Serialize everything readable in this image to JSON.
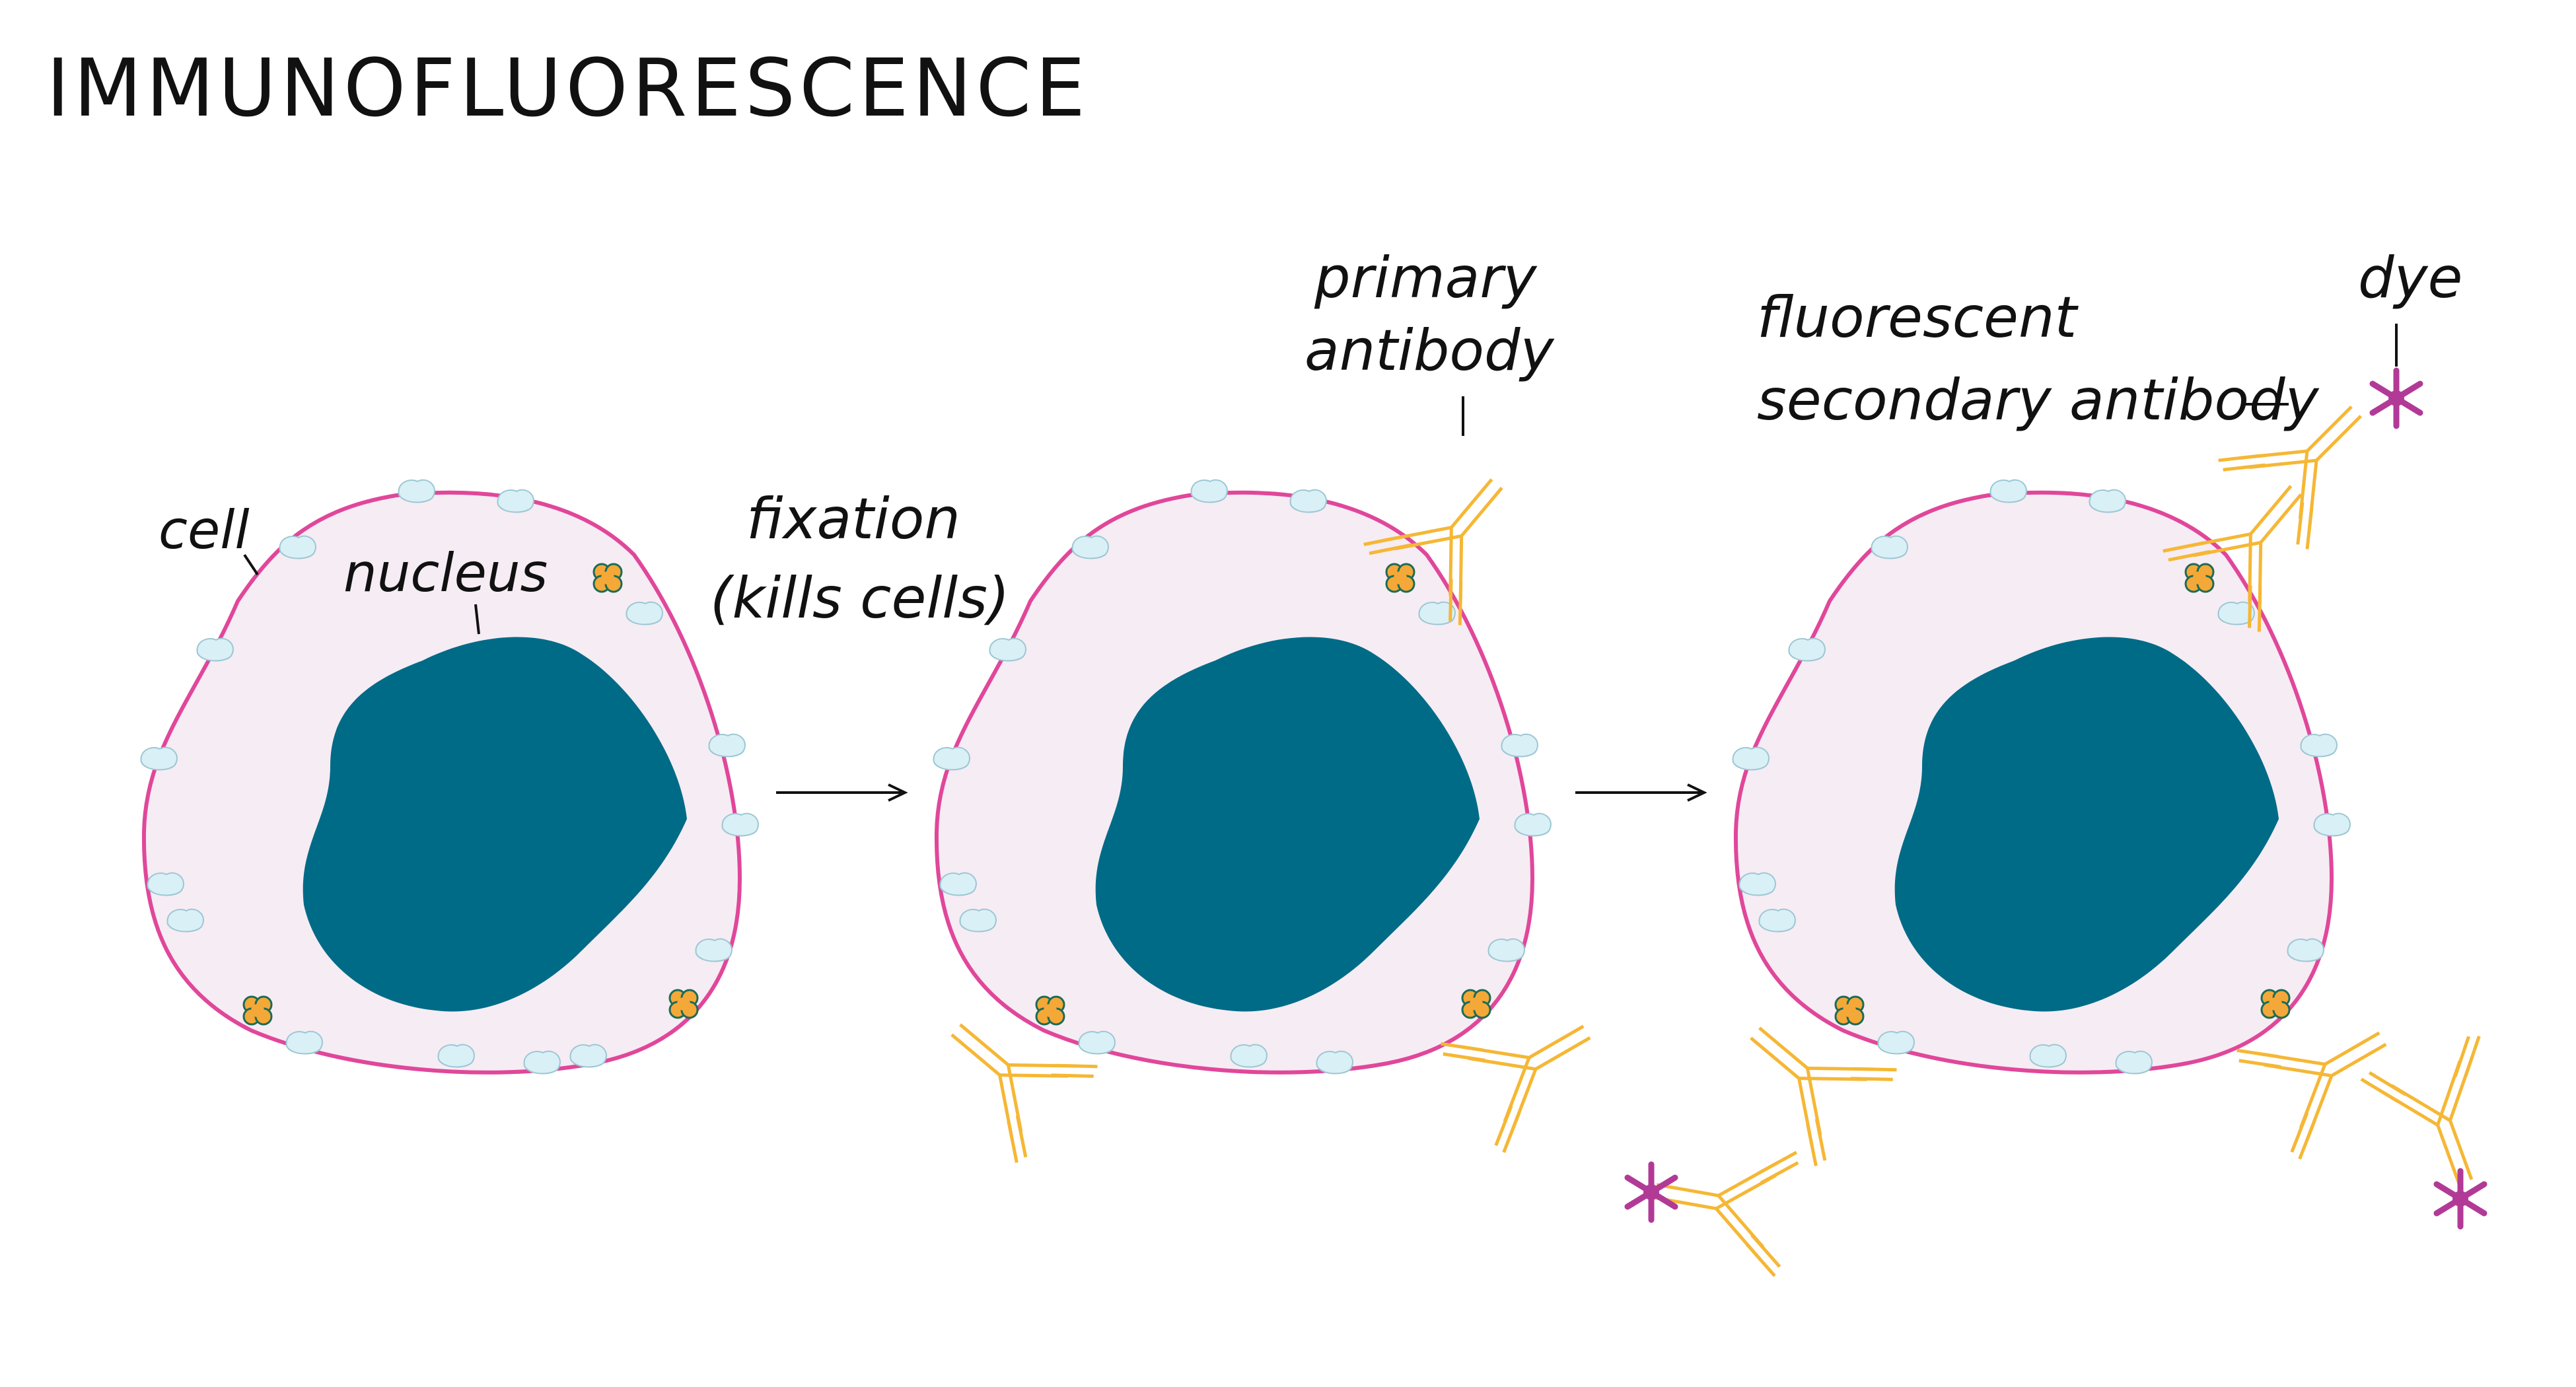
{
  "title": "IMMUNOFLUORESCENCE",
  "labels": {
    "cell": "cell",
    "nucleus": "nucleus",
    "fixation_line1": "fixation",
    "fixation_line2": "(kills cells)",
    "primary_line1": "primary",
    "primary_line2": "antibody",
    "secondary_line1": "fluorescent",
    "secondary_line2": "secondary antibody",
    "dye": "dye"
  },
  "colors": {
    "membrane": "#e0479a",
    "cytoplasm": "#f6ecf4",
    "nucleus": "#006b87",
    "receptor": "#d9f0f6",
    "antigen": "#f4a838",
    "antigen_outline": "#1d6b55",
    "antibody": "#f5b735",
    "dye": "#b23a97",
    "ink": "#111111"
  },
  "icons": {
    "arrow": "arrow-right-icon",
    "antigen": "antigen-icon",
    "antibody": "antibody-icon",
    "dye": "dye-star-icon"
  }
}
